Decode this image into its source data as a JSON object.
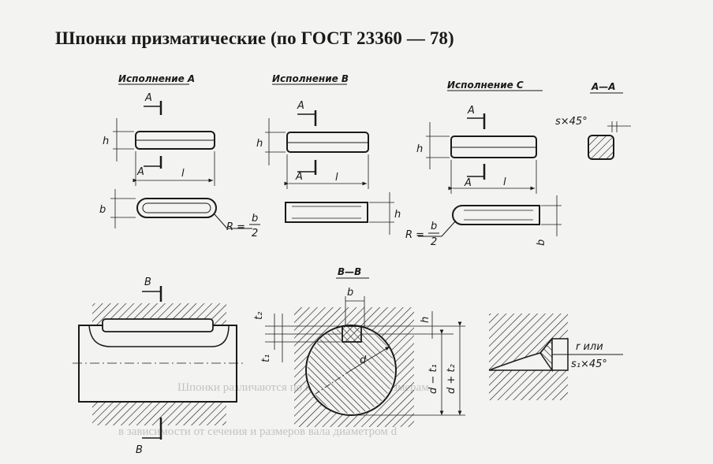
{
  "title": "Шпонки призматические (по ГОСТ 23360 — 78)",
  "views": {
    "a": "Исполнение A",
    "b": "Исполнение B",
    "c": "Исполнение C",
    "section_aa": "A—A"
  },
  "symbols": {
    "A": "A",
    "B": "B",
    "h": "h",
    "b": "b",
    "l": "l",
    "d": "d",
    "t1": "t₁",
    "t2": "t₂",
    "R": "R =",
    "frac_b": "b",
    "frac_2": "2",
    "s45": "s×45°",
    "section_bb": "B—B",
    "d_minus_t1": "d − t₁",
    "d_plus_t2": "d + t₂",
    "r_or": "r или",
    "s1_45": "s₁×45°"
  },
  "bleed_through": {
    "line1": "Шпонки различаются по конструкции и размерам",
    "line2": "в зависимости от сечения и размеров вала диаметром d"
  }
}
